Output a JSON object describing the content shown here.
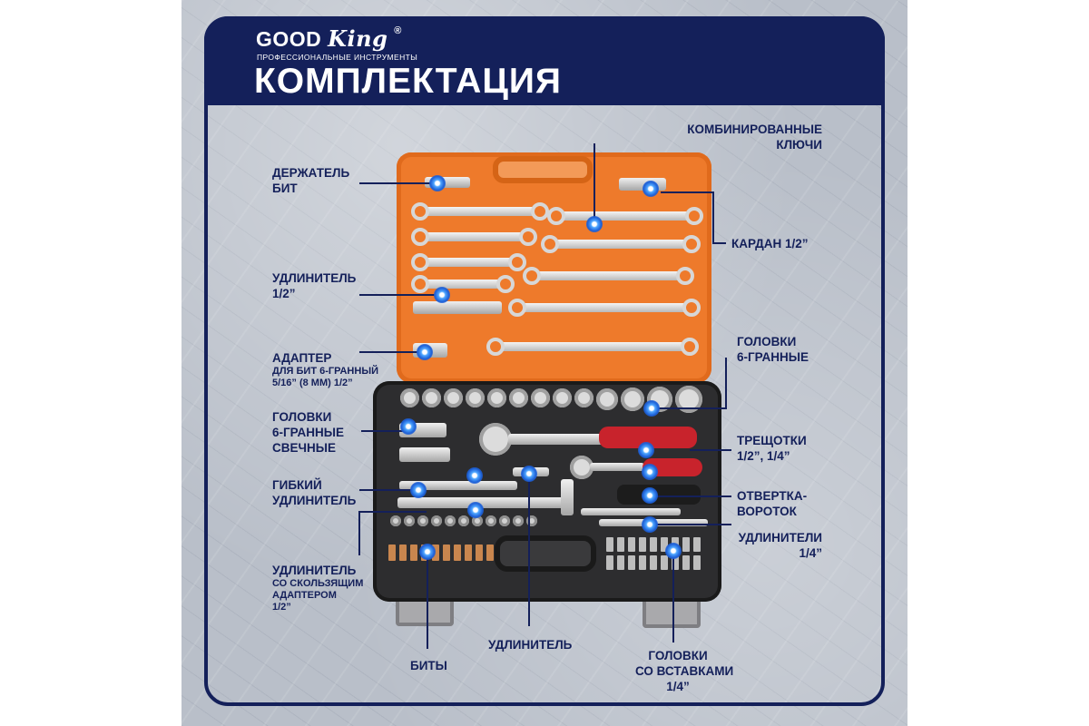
{
  "header": {
    "brand_good": "GOOD",
    "brand_king": "King",
    "brand_reg": "®",
    "tagline": "ПРОФЕССИОНАЛЬНЫЕ ИНСТРУМЕНТЫ",
    "title": "КОМПЛЕКТАЦИЯ"
  },
  "labels": {
    "bit_holder": [
      "ДЕРЖАТЕЛЬ",
      "БИТ"
    ],
    "extension_half": [
      "УДЛИНИТЕЛЬ",
      "1/2”"
    ],
    "adapter": [
      "АДАПТЕР",
      "ДЛЯ БИТ 6-ГРАННЫЙ",
      "5/16” (8 ММ) 1/2”"
    ],
    "spark_sockets": [
      "ГОЛОВКИ",
      "6-ГРАННЫЕ",
      "СВЕЧНЫЕ"
    ],
    "flex_extension": [
      "ГИБКИЙ",
      "УДЛИНИТЕЛЬ"
    ],
    "sliding_extension": [
      "УДЛИНИТЕЛЬ",
      "СО СКОЛЬЗЯЩИМ",
      "АДАПТЕРОМ",
      "1/2”"
    ],
    "bits": [
      "БИТЫ"
    ],
    "extension": [
      "УДЛИНИТЕЛЬ"
    ],
    "bit_sockets": [
      "ГОЛОВКИ",
      "СО ВСТАВКАМИ",
      "1/4”"
    ],
    "combo_wrenches": [
      "КОМБИНИРОВАННЫЕ",
      "КЛЮЧИ"
    ],
    "cardan": [
      "КАРДАН 1/2”"
    ],
    "hex_sockets": [
      "ГОЛОВКИ",
      "6-ГРАННЫЕ"
    ],
    "ratchets": [
      "ТРЕЩОТКИ",
      "1/2”, 1/4”"
    ],
    "screwdriver": [
      "ОТВЕРТКА-",
      "ВОРОТОК"
    ],
    "extensions_quarter": [
      "УДЛИНИТЕЛИ",
      "1/4”"
    ]
  },
  "colors": {
    "navy": "#14205a",
    "lid_orange": "#ee7a2b",
    "marker_blue": "#1d5fd6"
  }
}
